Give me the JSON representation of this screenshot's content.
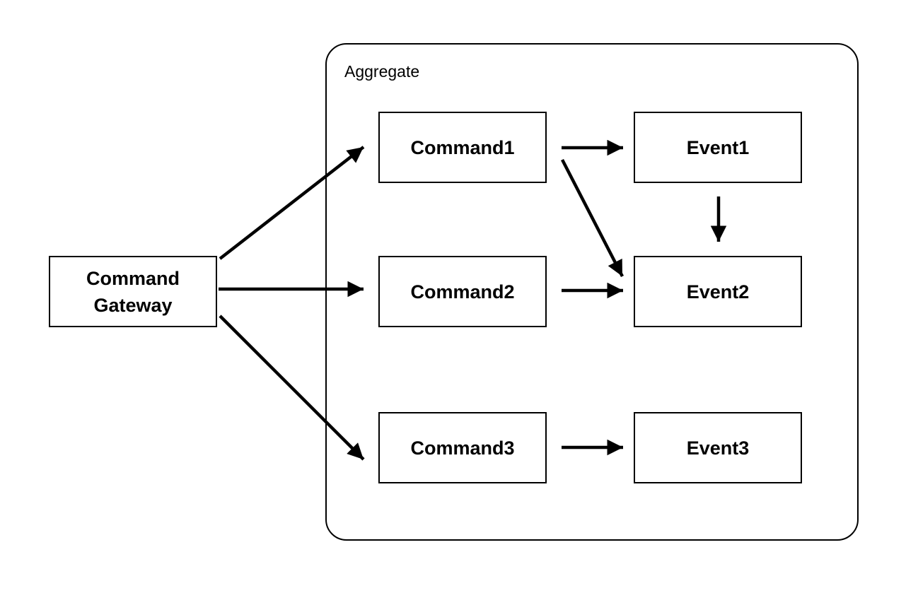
{
  "aggregate": {
    "label": "Aggregate"
  },
  "nodes": {
    "gateway": {
      "line1": "Command",
      "line2": "Gateway"
    },
    "command1": "Command1",
    "command2": "Command2",
    "command3": "Command3",
    "event1": "Event1",
    "event2": "Event2",
    "event3": "Event3"
  },
  "edges": [
    {
      "from": "Command Gateway",
      "to": "Command1"
    },
    {
      "from": "Command Gateway",
      "to": "Command2"
    },
    {
      "from": "Command Gateway",
      "to": "Command3"
    },
    {
      "from": "Command1",
      "to": "Event1"
    },
    {
      "from": "Command1",
      "to": "Event2"
    },
    {
      "from": "Command2",
      "to": "Event2"
    },
    {
      "from": "Event1",
      "to": "Event2"
    },
    {
      "from": "Command3",
      "to": "Event3"
    }
  ]
}
